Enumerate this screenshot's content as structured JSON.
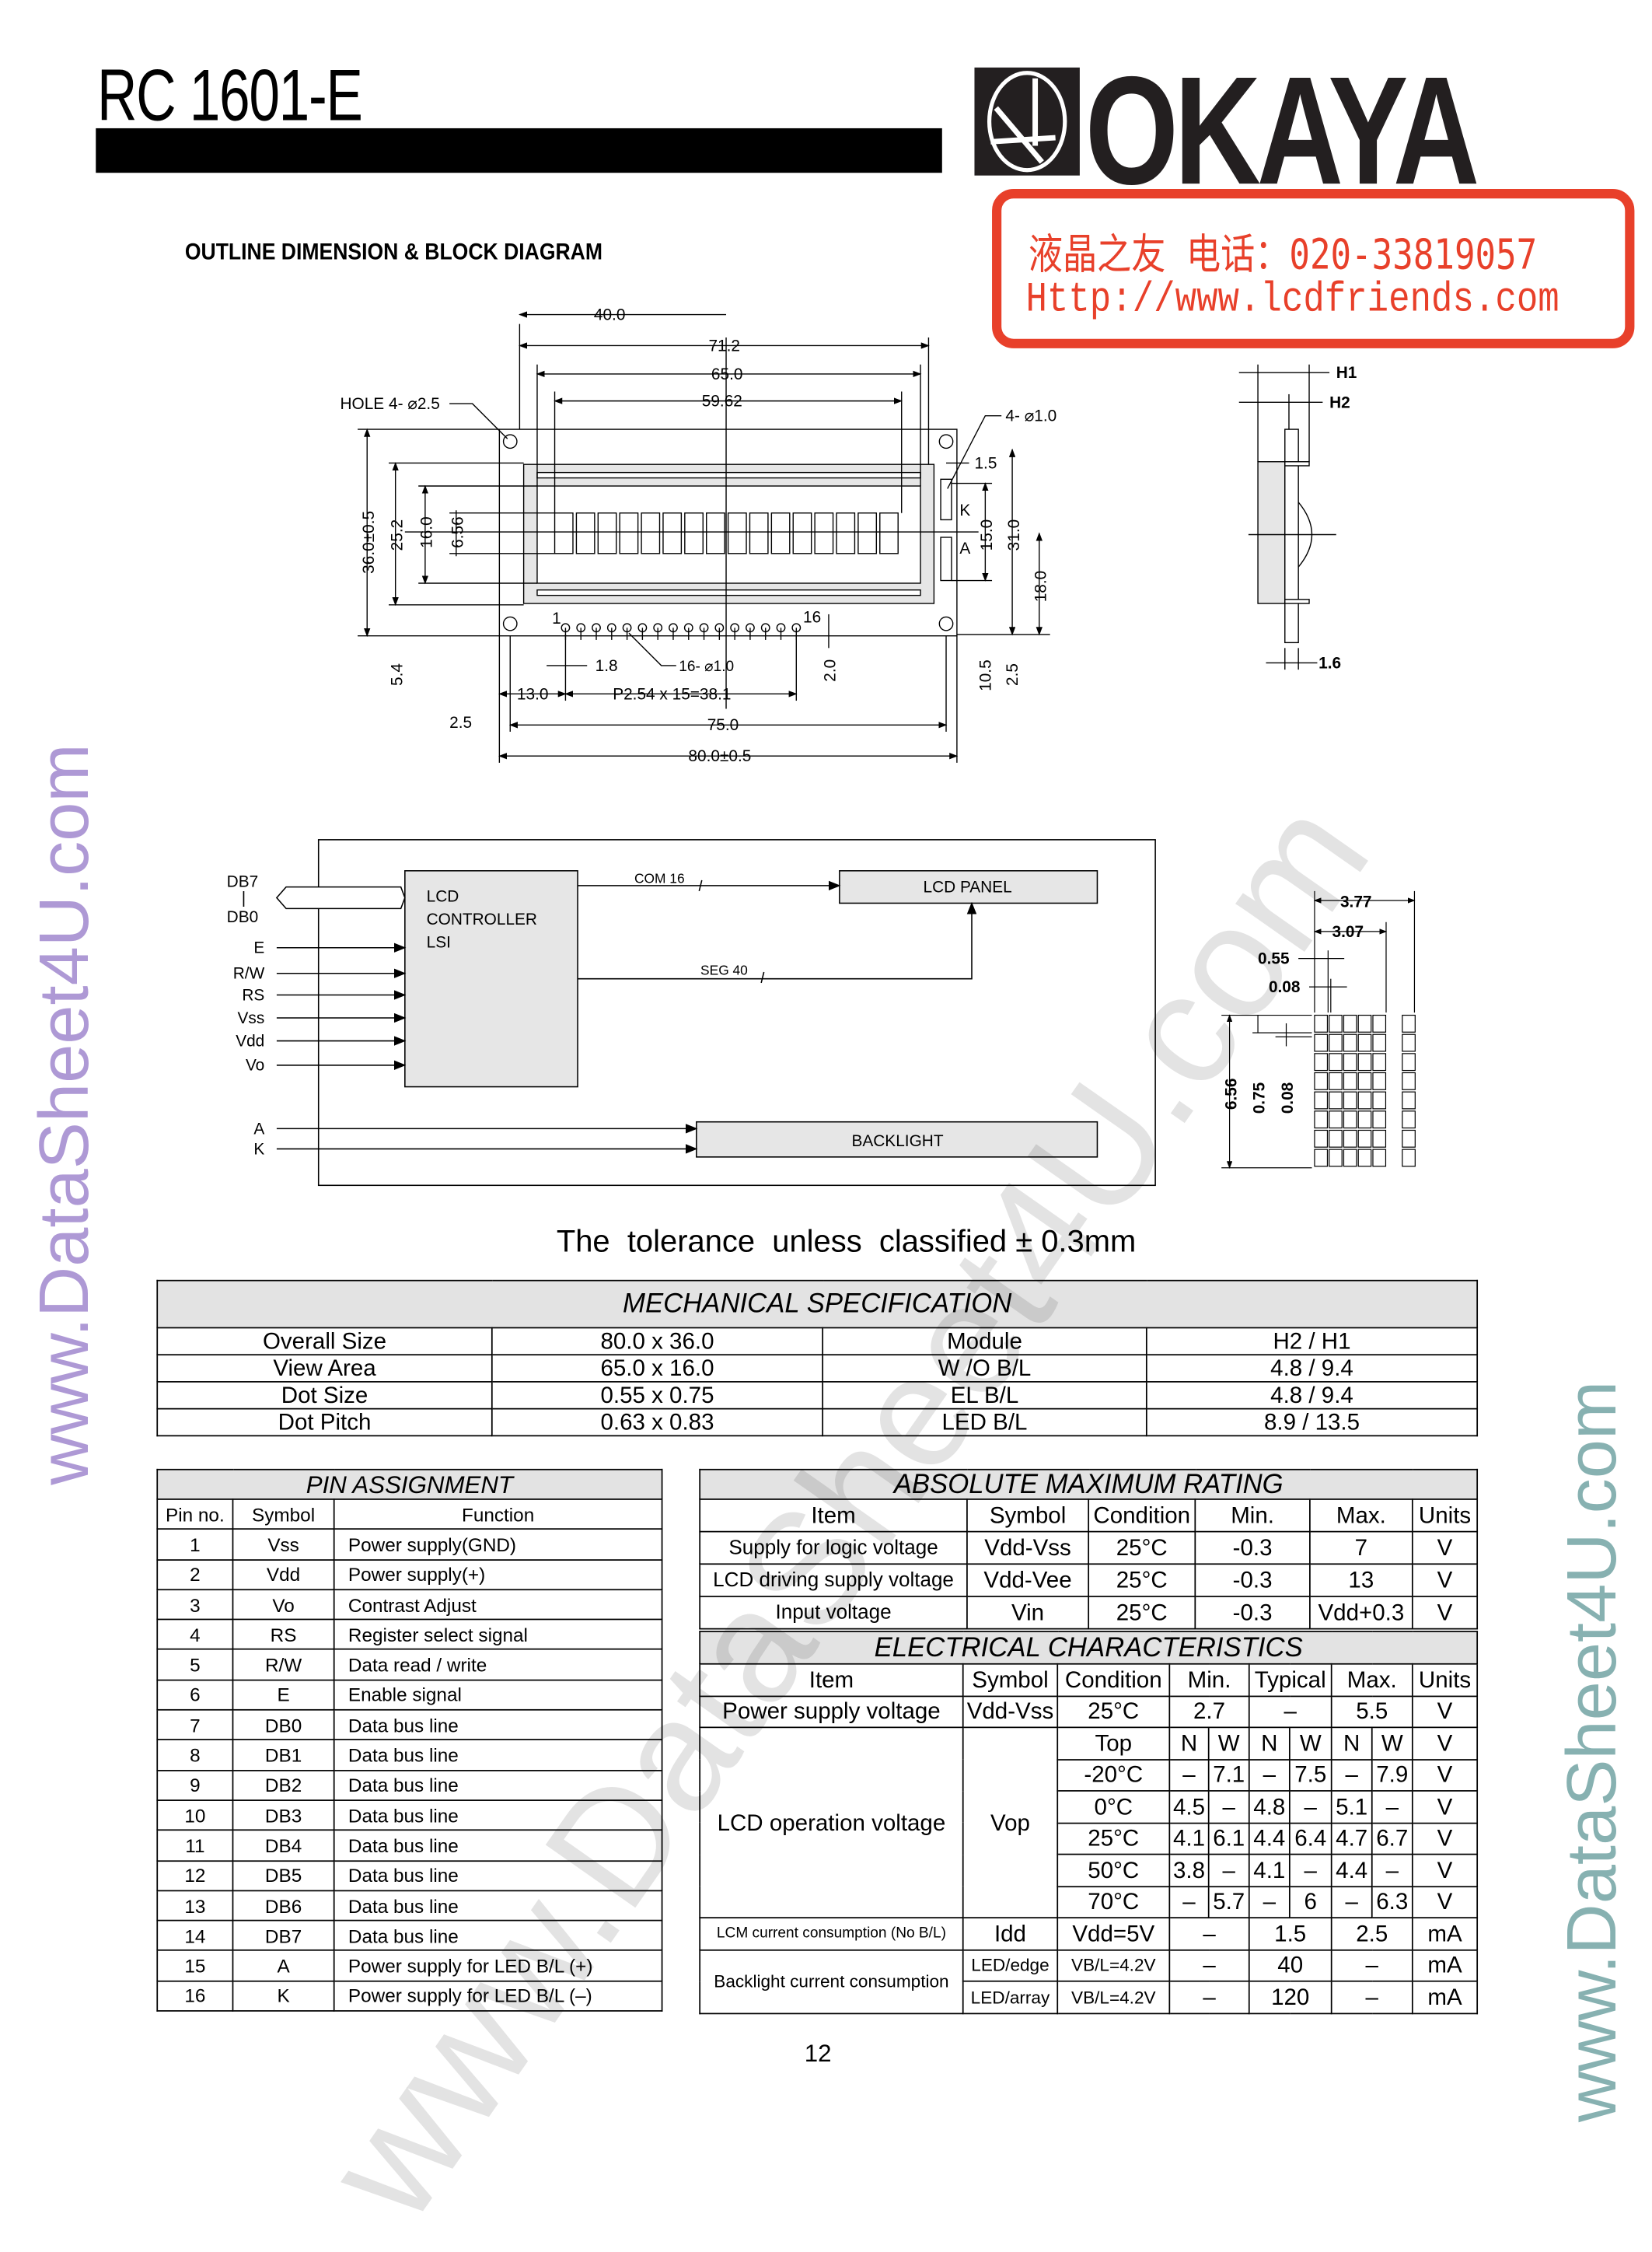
{
  "header": {
    "title": "RC 1601-E",
    "logo_text": "OKAYA"
  },
  "section_title": "OUTLINE  DIMENSION & BLOCK DIAGRAM",
  "stamp": {
    "line1": "液晶之友 电话：020-33819057",
    "line2": "Http://www.lcdfriends.com"
  },
  "watermark": "www.DataSheet4U.com",
  "outline": {
    "d40": "40.0",
    "d712": "71.2",
    "d65": "65.0",
    "d5962": "59.62",
    "hole": "HOLE 4- ⌀2.5",
    "pinhole": "4- ⌀1.0",
    "d15a": "1.5",
    "d36": "36.0±0.5",
    "d252": "25.2",
    "d16": "16.0",
    "d656": "6.56",
    "d54": "5.4",
    "k": "K",
    "a": "A",
    "d150": "15.0",
    "d310": "31.0",
    "d180": "18.0",
    "d105": "10.5",
    "d25r": "2.5",
    "pin1": "1",
    "pin16": "16",
    "d18": "1.8",
    "pins": "16- ⌀1.0",
    "d20": "2.0",
    "d130": "13.0",
    "pitch": "P2.54 x 15=38.1",
    "d25l": "2.5",
    "d75": "75.0",
    "d80": "80.0±0.5"
  },
  "side_view": {
    "h1": "H1",
    "h2": "H2",
    "d16": "1.6"
  },
  "dot_detail": {
    "d377": "3.77",
    "d307": "3.07",
    "d055": "0.55",
    "d008a": "0.08",
    "d656": "6.56",
    "d075": "0.75",
    "d008b": "0.08"
  },
  "block": {
    "db7": "DB7",
    "bar": "|",
    "db0": "DB0",
    "inputs": [
      "E",
      "R/W",
      "RS",
      "Vss",
      "Vdd",
      "Vo"
    ],
    "ctrl1": "LCD",
    "ctrl2": "CONTROLLER",
    "ctrl3": "LSI",
    "com": "COM 16",
    "seg": "SEG 40",
    "panel": "LCD PANEL",
    "a": "A",
    "k": "K",
    "backlight": "BACKLIGHT"
  },
  "tolerance": "The  tolerance  unless  classified ± 0.3mm",
  "mechanical": {
    "title": "MECHANICAL  SPECIFICATION",
    "rows": [
      [
        "Overall Size",
        "80.0 x 36.0",
        "Module",
        "H2 / H1"
      ],
      [
        "View Area",
        "65.0 x 16.0",
        "W /O  B/L",
        "4.8 / 9.4"
      ],
      [
        "Dot Size",
        "0.55 x 0.75",
        "EL B/L",
        "4.8 / 9.4"
      ],
      [
        "Dot Pitch",
        "0.63 x 0.83",
        "LED B/L",
        "8.9 / 13.5"
      ]
    ]
  },
  "pins": {
    "title": "PIN  ASSIGNMENT",
    "headers": [
      "Pin no.",
      "Symbol",
      "Function"
    ],
    "rows": [
      [
        "1",
        "Vss",
        "Power supply(GND)"
      ],
      [
        "2",
        "Vdd",
        "Power supply(+)"
      ],
      [
        "3",
        "Vo",
        "Contrast Adjust"
      ],
      [
        "4",
        "RS",
        "Register select signal"
      ],
      [
        "5",
        "R/W",
        "Data read / write"
      ],
      [
        "6",
        "E",
        "Enable signal"
      ],
      [
        "7",
        "DB0",
        "Data bus line"
      ],
      [
        "8",
        "DB1",
        "Data bus line"
      ],
      [
        "9",
        "DB2",
        "Data bus line"
      ],
      [
        "10",
        "DB3",
        "Data bus line"
      ],
      [
        "11",
        "DB4",
        "Data bus line"
      ],
      [
        "12",
        "DB5",
        "Data bus line"
      ],
      [
        "13",
        "DB6",
        "Data bus line"
      ],
      [
        "14",
        "DB7",
        "Data bus line"
      ],
      [
        "15",
        "A",
        "Power supply for LED B/L (+)"
      ],
      [
        "16",
        "K",
        "Power supply for LED B/L (–)"
      ]
    ]
  },
  "abs_max": {
    "title": "ABSOLUTE MAXIMUM RATING",
    "headers": [
      "Item",
      "Symbol",
      "Condition",
      "Min.",
      "Max.",
      "Units"
    ],
    "rows": [
      [
        "Supply for logic voltage",
        "Vdd-Vss",
        "25°C",
        "-0.3",
        "7",
        "V"
      ],
      [
        "LCD driving supply voltage",
        "Vdd-Vee",
        "25°C",
        "-0.3",
        "13",
        "V"
      ],
      [
        "Input voltage",
        "Vin",
        "25°C",
        "-0.3",
        "Vdd+0.3",
        "V"
      ]
    ]
  },
  "electrical": {
    "title": "ELECTRICAL CHARACTERISTICS",
    "headers": [
      "Item",
      "Symbol",
      "Condition",
      "Min.",
      "Typical",
      "Max.",
      "Units"
    ],
    "power": [
      "Power supply voltage",
      "Vdd-Vss",
      "25°C",
      "2.7",
      "–",
      "5.5",
      "V"
    ],
    "vop": {
      "item": "LCD operation voltage",
      "symbol": "Vop",
      "top": "Top",
      "nw": [
        "N",
        "W",
        "N",
        "W",
        "N",
        "W"
      ],
      "top_units": "V",
      "rows": [
        {
          "cond": "-20°C",
          "values": [
            "–",
            "7.1",
            "–",
            "7.5",
            "–",
            "7.9"
          ],
          "units": "V"
        },
        {
          "cond": "0°C",
          "values": [
            "4.5",
            "–",
            "4.8",
            "–",
            "5.1",
            "–"
          ],
          "units": "V"
        },
        {
          "cond": "25°C",
          "values": [
            "4.1",
            "6.1",
            "4.4",
            "6.4",
            "4.7",
            "6.7"
          ],
          "units": "V"
        },
        {
          "cond": "50°C",
          "values": [
            "3.8",
            "–",
            "4.1",
            "–",
            "4.4",
            "–"
          ],
          "units": "V"
        },
        {
          "cond": "70°C",
          "values": [
            "–",
            "5.7",
            "–",
            "6",
            "–",
            "6.3"
          ],
          "units": "V"
        }
      ]
    },
    "idd": [
      "LCM current consumption (No B/L)",
      "Idd",
      "Vdd=5V",
      "–",
      "1.5",
      "2.5",
      "mA"
    ],
    "backlight": {
      "item": "Backlight current consumption",
      "rows": [
        [
          "LED/edge",
          "VB/L=4.2V",
          "–",
          "40",
          "–",
          "mA"
        ],
        [
          "LED/array",
          "VB/L=4.2V",
          "–",
          "120",
          "–",
          "mA"
        ]
      ]
    }
  },
  "page_number": "12"
}
